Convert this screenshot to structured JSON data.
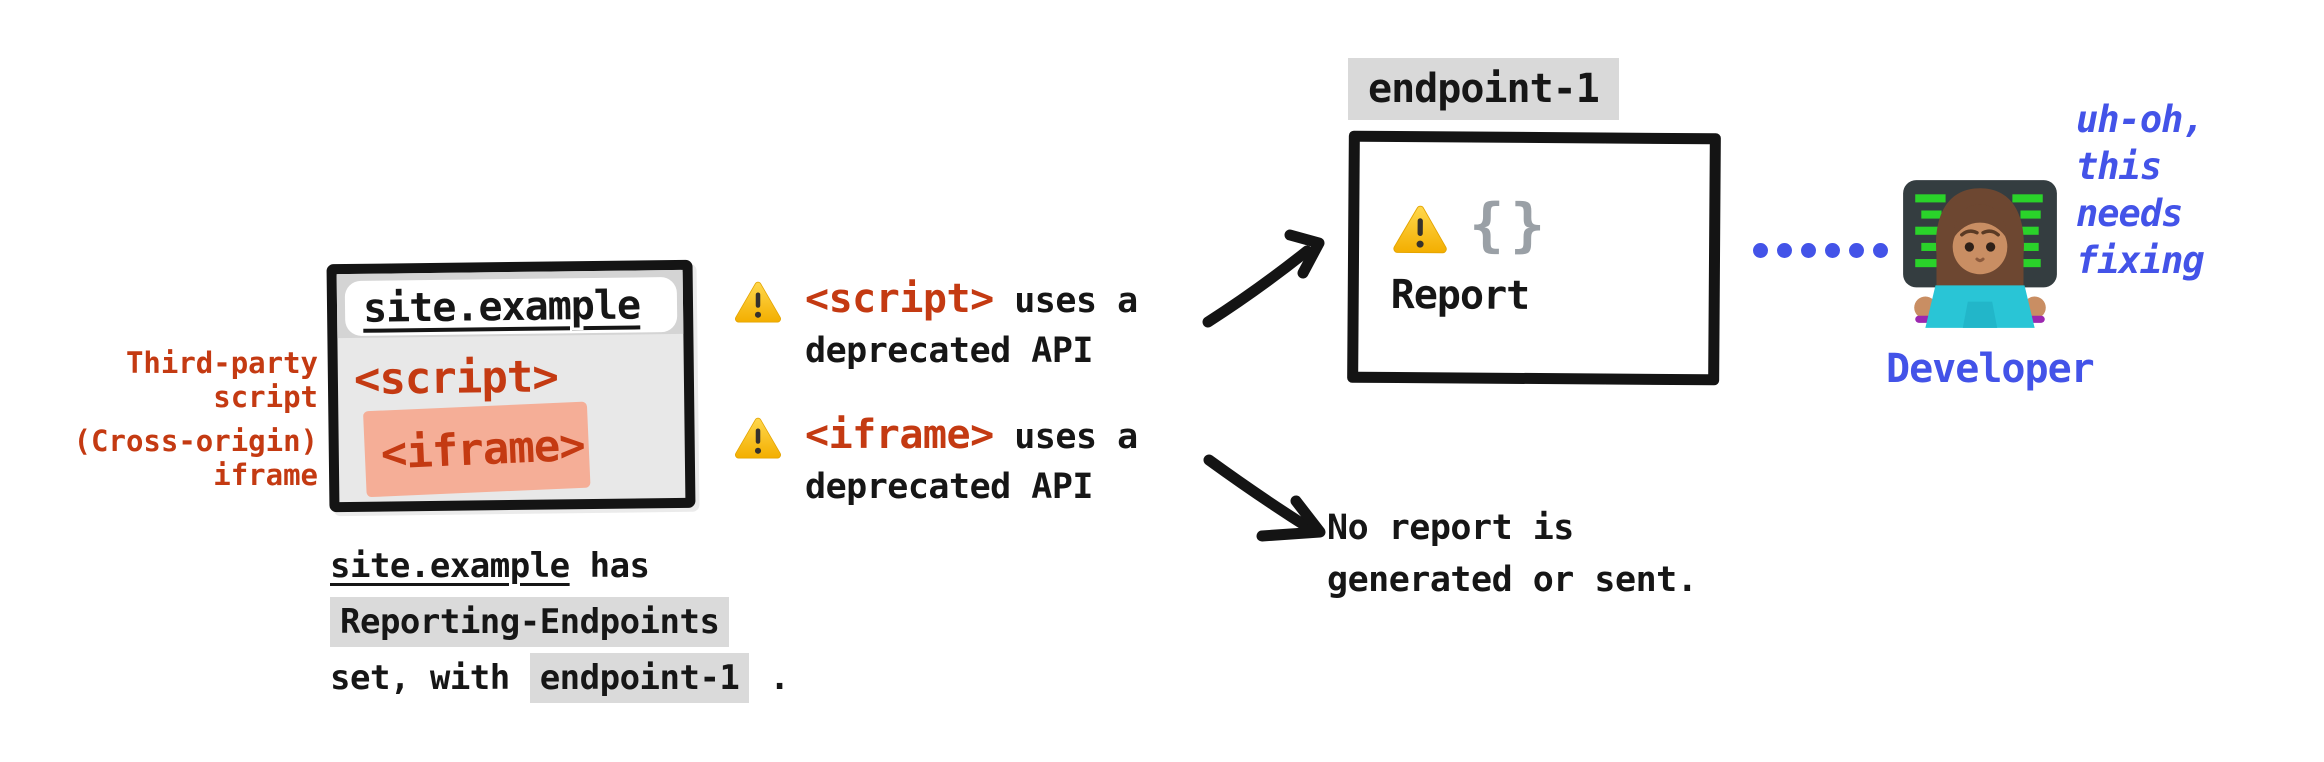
{
  "colors": {
    "ink": "#161616",
    "code_red": "#c43a12",
    "salmon_highlight": "#f5ae97",
    "blue": "#4353e8",
    "gray_code_bg": "#dadada",
    "window_gray": "#e8e8e8",
    "chrome_gray": "#d4d4d4",
    "brace_gray": "#9aa0a6",
    "warning_yellow": "#ffd84d"
  },
  "browser_window": {
    "address": "site.example",
    "script_tag": "<script>",
    "iframe_tag": "<iframe>"
  },
  "side_labels": {
    "third_party_line1": "Third-party",
    "third_party_line2": "script",
    "cross_origin_line1": "(Cross-origin)",
    "cross_origin_line2": "iframe"
  },
  "caption": {
    "site": "site.example",
    "has": " has",
    "header_name": "Reporting-Endpoints",
    "set_with": "set, with ",
    "endpoint": "endpoint-1",
    "period": " ."
  },
  "messages": [
    {
      "code": "<script>",
      "rest": " uses a",
      "line2": "deprecated API"
    },
    {
      "code": "<iframe>",
      "rest": " uses a",
      "line2": "deprecated API"
    }
  ],
  "endpoint_box": {
    "label": "endpoint-1",
    "braces": "{}",
    "report": "Report"
  },
  "no_report": {
    "line1": "No report is",
    "line2": "generated or sent."
  },
  "developer": {
    "thought_line1": "uh-oh,",
    "thought_line2": "this",
    "thought_line3": "needs",
    "thought_line4": "fixing",
    "label": "Developer"
  },
  "icons": {
    "warning": "warning-triangle-emoji",
    "developer": "woman-technologist-emoji",
    "dots": "blue-dotted-connector"
  }
}
